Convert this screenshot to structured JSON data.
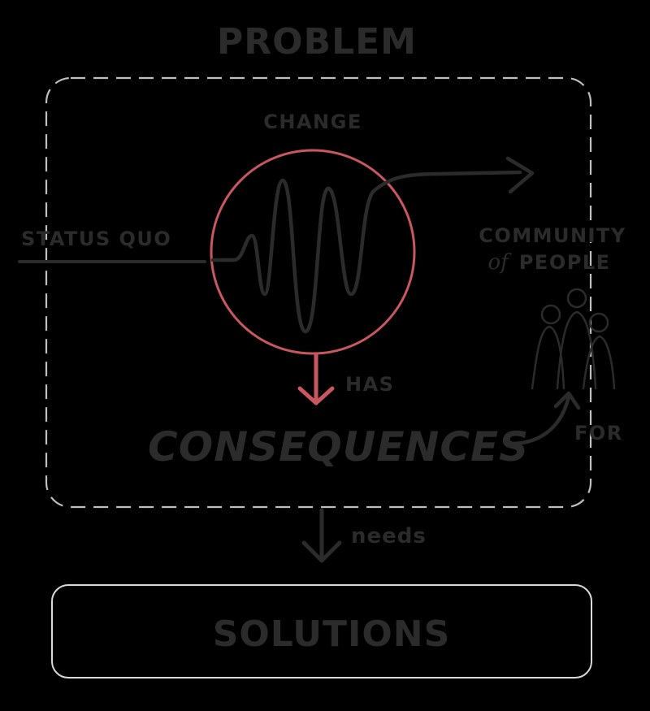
{
  "title": "PROBLEM",
  "problem_box": {
    "change_label": "CHANGE",
    "status_quo_label": "STATUS QUO",
    "has_label": "HAS",
    "consequences_label": "CONSEQUENCES",
    "for_label": "FOR",
    "community_line1": "COMMUNITY",
    "community_line2_script": "of",
    "community_line2": "PEOPLE"
  },
  "needs_label": "needs",
  "solutions_label": "SOLUTIONS",
  "colors": {
    "background": "#000000",
    "ink": "#2b2b2b",
    "ink_light": "#3a3a3a",
    "accent_red": "#c8575f",
    "box_outline": "#d9d9d9",
    "dashed_outline": "#bfbfbf"
  }
}
